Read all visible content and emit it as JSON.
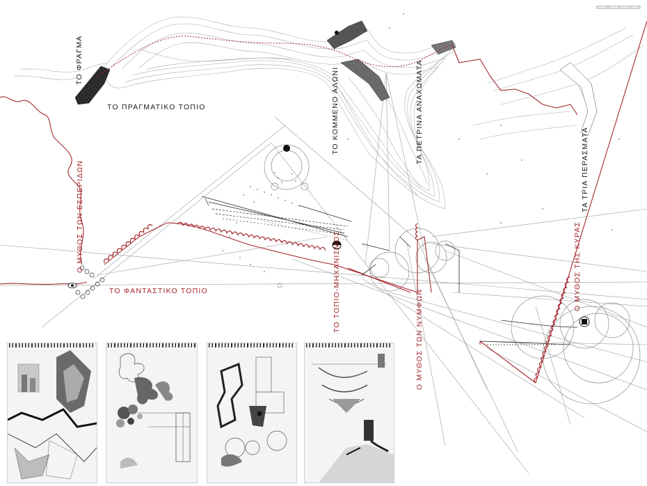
{
  "colors": {
    "accent_red": "#a3262b",
    "ink": "#1b1b1b",
    "contour": "#9a9a9a"
  },
  "labels": {
    "dam": "ΤΟ ΦΡΑΓΜΑ",
    "real_landscape": "ΤΟ ΠΡΑΓΜΑΤΙΚΟ ΤΟΠΙΟ",
    "cut_threshing_floor": "ΤΟ ΚΟΜΜΕΝΟ ΑΛΩΝΙ",
    "stone_retaining_walls": "ΤΑ ΠΕΤΡΙΝΑ ΑΝΑΧΩΜΑΤΑ",
    "three_crossings": "ΤΑ ΤΡΙΑ ΠΕΡΑΣΜΑΤΑ",
    "hesperides_myth": "Ο ΜΥΘΟΣ ΤΩΝ ΕΣΠΕΡΙΔΩΝ",
    "fantastic_landscape": "ΤΟ ΦΑΝΤΑΣΤΙΚΟ ΤΟΠΙΟ",
    "landscape_mechanism": "ΤΟ ΤΟΠΙΟ-ΜΗΧΑΝΙΣΜΟΣ",
    "nymphs_myth": "Ο ΜΥΘΟΣ ΤΩΝ ΝΥΜΦΩΝ",
    "kyra_myth": "Ο ΜΥΘΟΣ ΤΗΣ ΚΥΡΑΣ"
  },
  "sketchbooks": [
    {
      "name": "sketchbook-1"
    },
    {
      "name": "sketchbook-2"
    },
    {
      "name": "sketchbook-3"
    },
    {
      "name": "sketchbook-4"
    }
  ]
}
